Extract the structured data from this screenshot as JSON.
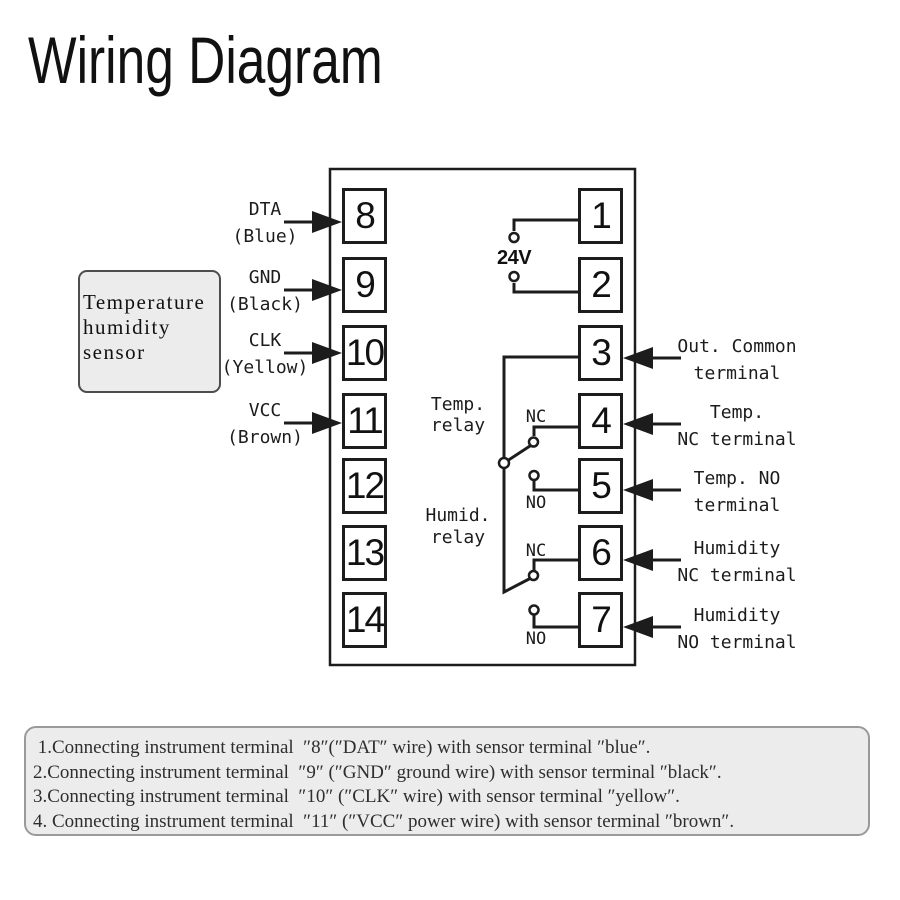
{
  "title": "Wiring Diagram",
  "colors": {
    "line": "#1c1c1c",
    "panel_fill": "#ececec",
    "sensor_box_border": "#4d4d4d",
    "notes_box_border": "#9a9a9a",
    "background": "#ffffff"
  },
  "sensor": {
    "label_lines": [
      "Temperature",
      "humidity",
      "sensor"
    ]
  },
  "sensor_wires": [
    {
      "signal": "DTA",
      "wire_color": "(Blue)",
      "terminal": "8"
    },
    {
      "signal": "GND",
      "wire_color": "(Black)",
      "terminal": "9"
    },
    {
      "signal": "CLK",
      "wire_color": "(Yellow)",
      "terminal": "10"
    },
    {
      "signal": "VCC",
      "wire_color": "(Brown)",
      "terminal": "11"
    }
  ],
  "power_label": "24V",
  "relays": {
    "temp": {
      "line1": "Temp.",
      "line2": "relay",
      "nc": "NC",
      "no": "NO"
    },
    "humid": {
      "line1": "Humid.",
      "line2": "relay",
      "nc": "NC",
      "no": "NO"
    }
  },
  "terminals": {
    "left": [
      "8",
      "9",
      "10",
      "11",
      "12",
      "13",
      "14"
    ],
    "right": [
      "1",
      "2",
      "3",
      "4",
      "5",
      "6",
      "7"
    ]
  },
  "outputs": [
    {
      "line1": "Out. Common",
      "line2": "terminal",
      "terminal": "3"
    },
    {
      "line1": "Temp.",
      "line2": "NC terminal",
      "terminal": "4"
    },
    {
      "line1": "Temp. NO",
      "line2": "terminal",
      "terminal": "5"
    },
    {
      "line1": "Humidity",
      "line2": "NC terminal",
      "terminal": "6"
    },
    {
      "line1": "Humidity",
      "line2": "NO terminal",
      "terminal": "7"
    }
  ],
  "notes": [
    " 1.Connecting instrument terminal  ″8″(″DAT″ wire) with sensor terminal ″blue″.",
    "2.Connecting instrument terminal  ″9″ (″GND″ ground wire) with sensor terminal ″black″.",
    "3.Connecting instrument terminal  ″10″ (″CLK″ wire) with sensor terminal ″yellow″.",
    "4. Connecting instrument terminal  ″11″ (″VCC″ power wire) with sensor terminal ″brown″."
  ]
}
